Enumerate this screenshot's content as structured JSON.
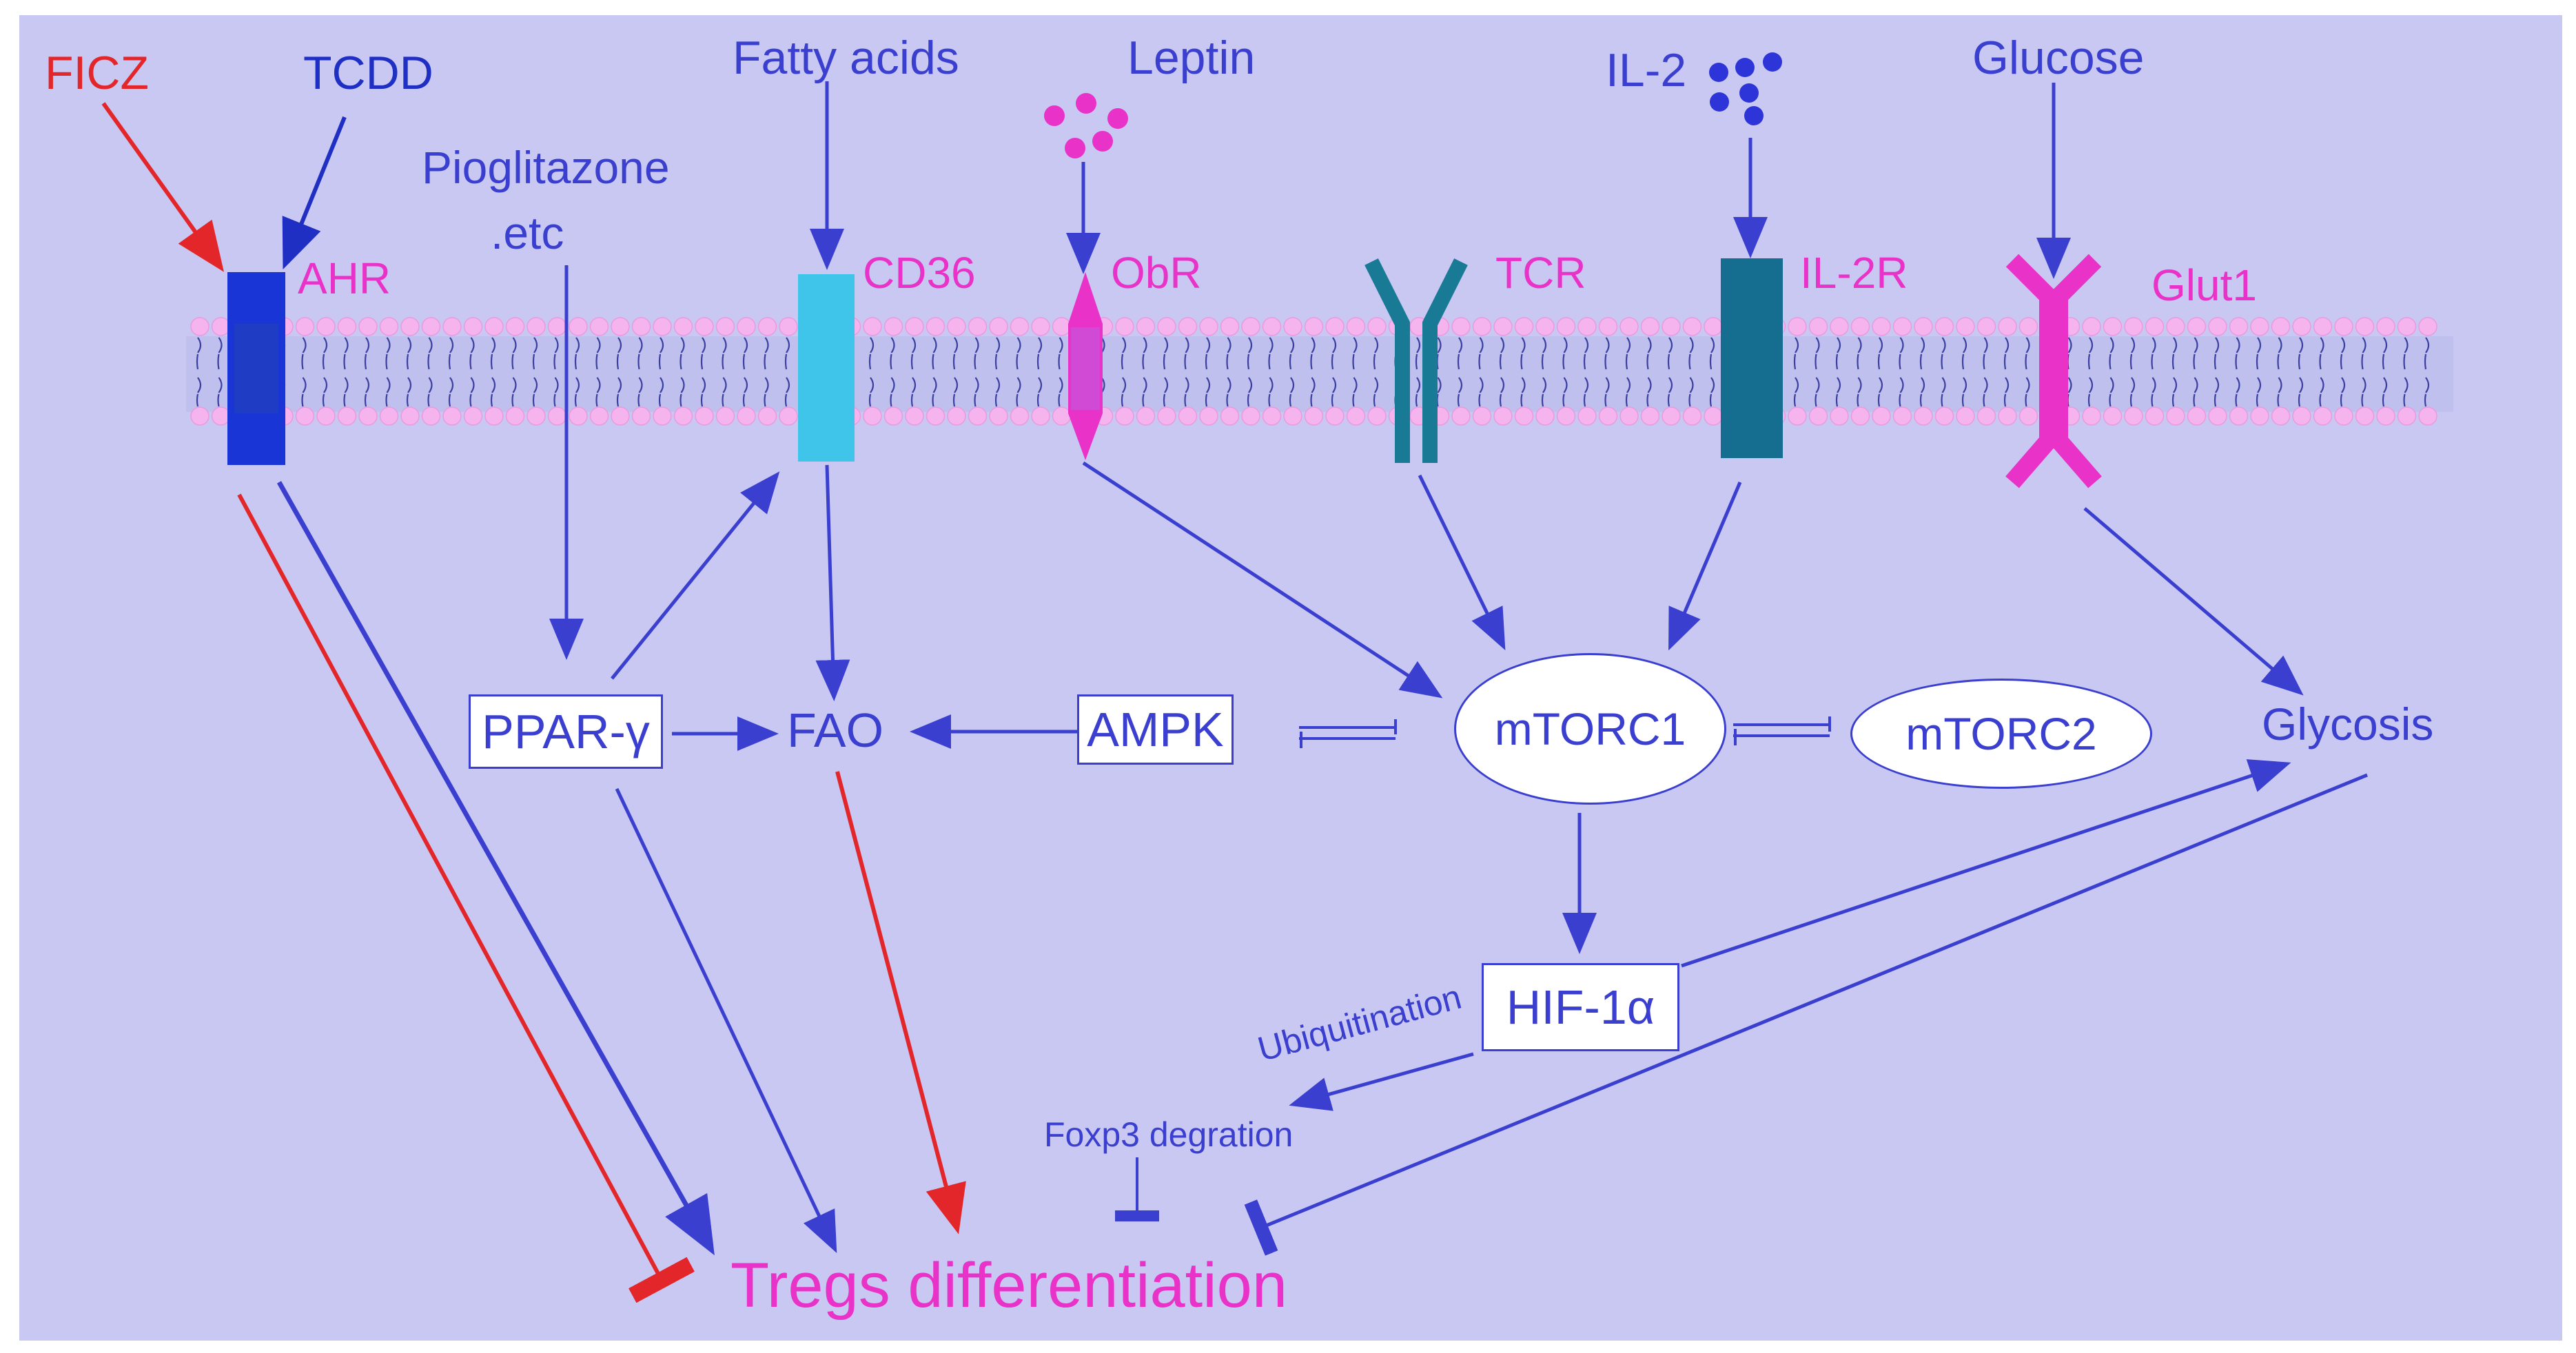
{
  "ligands": {
    "ficz": "FICZ",
    "tcdd": "TCDD",
    "pioglitazone": "Pioglitazone",
    "pioglitazone_etc": ".etc",
    "fatty_acids": "Fatty acids",
    "leptin": "Leptin",
    "il2": "IL-2",
    "glucose": "Glucose"
  },
  "receptors": {
    "ahr": "AHR",
    "cd36": "CD36",
    "obr": "ObR",
    "tcr": "TCR",
    "il2r": "IL-2R",
    "glut1": "Glut1"
  },
  "nodes": {
    "ppar": "PPAR-γ",
    "fao": "FAO",
    "ampk": "AMPK",
    "mtorc1": "mTORC1",
    "mtorc2": "mTORC2",
    "glycosis": "Glycosis",
    "hif": "HIF-1α",
    "ubiquitination": "Ubiquitination",
    "foxp3": "Foxp3 degration",
    "tregs": "Tregs differentiation"
  },
  "colors": {
    "background": "#c8c8f3",
    "arrow": "#3a3fcf",
    "inhibit_red": "#e3262a",
    "pink": "#e832c8",
    "ahr_receptor": "#1a35d6",
    "cd36_receptor": "#3fc4ea",
    "tcr_receptor": "#187a95",
    "il2r_receptor": "#156d8f",
    "membrane_head": "#f5b4ee"
  }
}
